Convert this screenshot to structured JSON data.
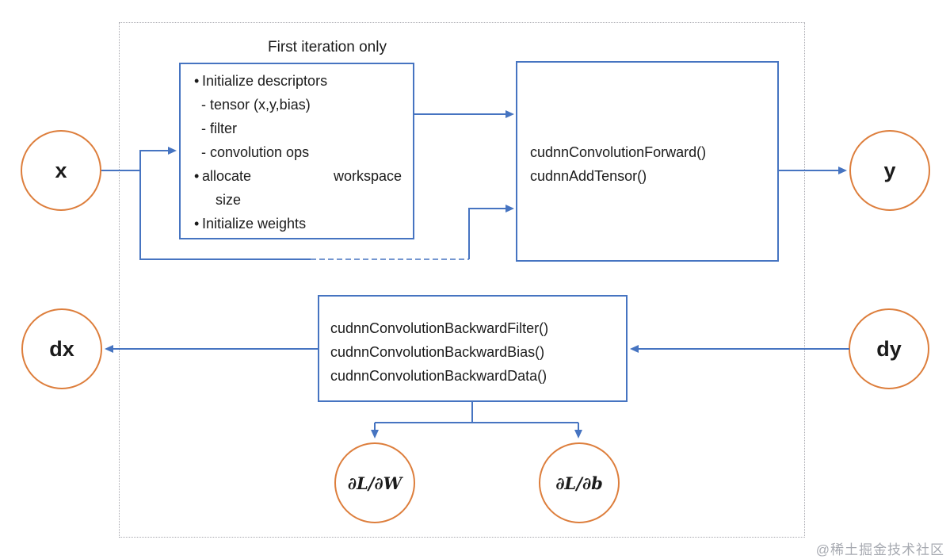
{
  "labels": {
    "first_iteration": "First iteration only",
    "bullet_char": "•",
    "watermark": "@稀土掘金技术社区"
  },
  "colors": {
    "accent_blue": "#4674C1",
    "accent_orange": "#DD7E3C",
    "container_border_gray": "#A9A9B0",
    "watermark_gray": "#A7AAB1"
  },
  "nodes": {
    "input": "x",
    "output": "y",
    "grad_input": "dx",
    "grad_output": "dy",
    "grad_weights": "∂L/∂W",
    "grad_bias": "∂L/∂b"
  },
  "init_box": {
    "bullet1": "Initialize descriptors",
    "sub1": "- tensor (x,y,bias)",
    "sub2": "- filter",
    "sub3": "- convolution ops",
    "bullet2": "allocate workspace",
    "bullet2_cont": "size",
    "bullet3": "Initialize weights"
  },
  "forward_box": {
    "line1": "cudnnConvolutionForward()",
    "line2": "cudnnAddTensor()"
  },
  "backward_box": {
    "line1": "cudnnConvolutionBackwardFilter()",
    "line2": "cudnnConvolutionBackwardBias()",
    "line3": "cudnnConvolutionBackwardData()"
  }
}
